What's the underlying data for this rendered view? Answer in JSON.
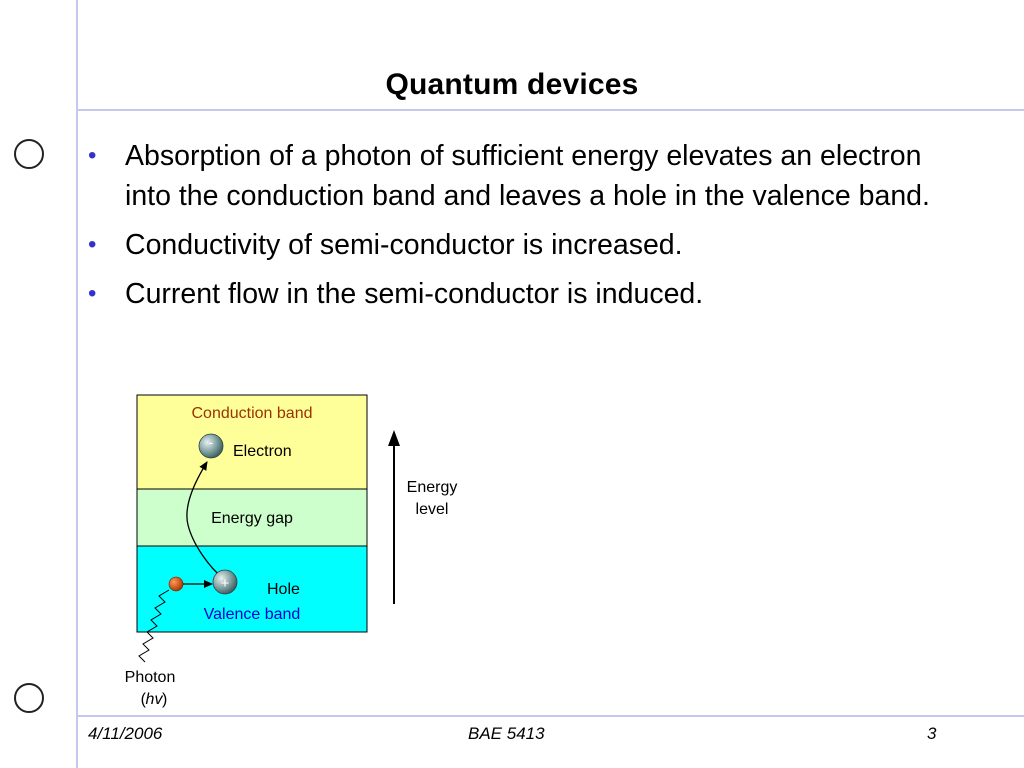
{
  "slide": {
    "title": "Quantum devices",
    "bullets": [
      {
        "text": "Absorption of a photon of sufficient energy elevates an electron into the conduction band and leaves a hole in the valence band."
      },
      {
        "text": "Conductivity of semi-conductor is increased."
      },
      {
        "text": "Current flow in the semi-conductor is induced."
      }
    ],
    "bullet_symbol": "•"
  },
  "diagram": {
    "conduction_band_label": "Conduction band",
    "electron_label": "Electron",
    "electron_symbol": "-",
    "energy_gap_label": "Energy gap",
    "hole_label": "Hole",
    "hole_symbol": "+",
    "valence_band_label": "Valence band",
    "energy_level_label_line1": "Energy",
    "energy_level_label_line2": "level",
    "photon_label": "Photon",
    "photon_symbol_open": "(",
    "photon_symbol": "hv",
    "photon_symbol_close": ")",
    "colors": {
      "conduction_band": "#ffff99",
      "energy_gap": "#ccffcc",
      "valence_band": "#00ffff",
      "conduction_label": "#993300",
      "valence_label": "#0000cc",
      "photon_particle": "#cc4400"
    }
  },
  "footer": {
    "date": "4/11/2006",
    "course": "BAE 5413",
    "page": "3"
  }
}
